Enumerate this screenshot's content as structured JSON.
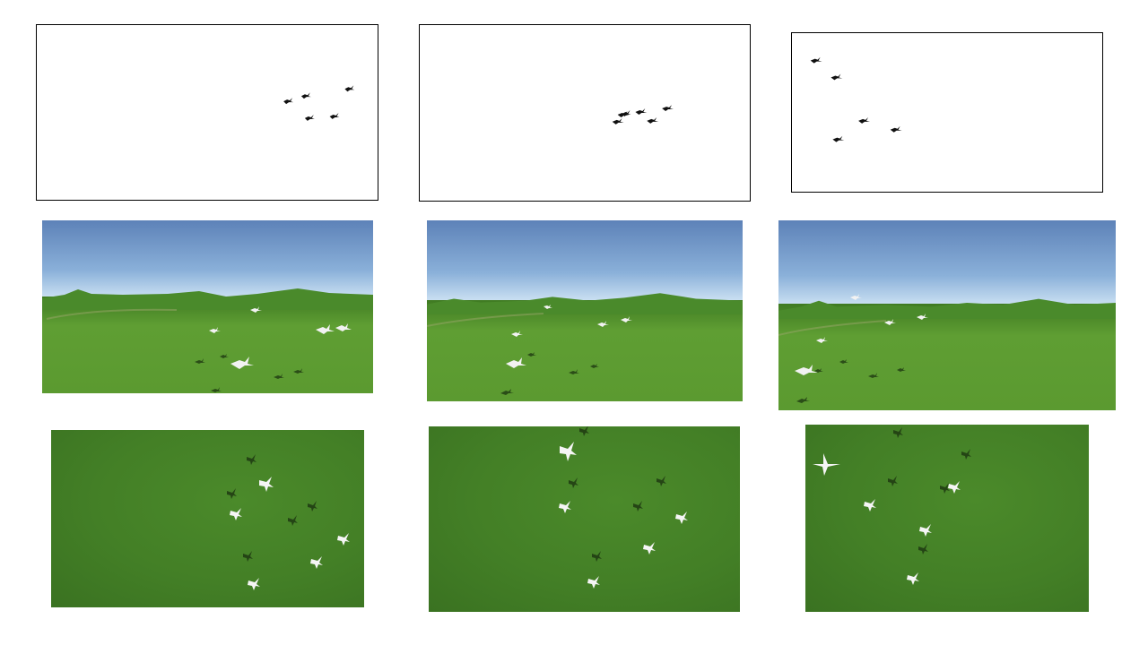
{
  "figure": {
    "rows": [
      {
        "row": "silhouette-views",
        "background": "#ffffff",
        "bird_color": "#111111"
      },
      {
        "row": "ground-level-views",
        "sky_color": "#5d82b8",
        "ground_color": "#5b9a30",
        "bird_color": "#f2f2f2",
        "shadow_color": "#1f3a12"
      },
      {
        "row": "top-down-views",
        "ground_color": "#437f26",
        "bird_color": "#f5f5f5",
        "shadow_color": "#1f3a12"
      }
    ],
    "panel_count": 9
  }
}
